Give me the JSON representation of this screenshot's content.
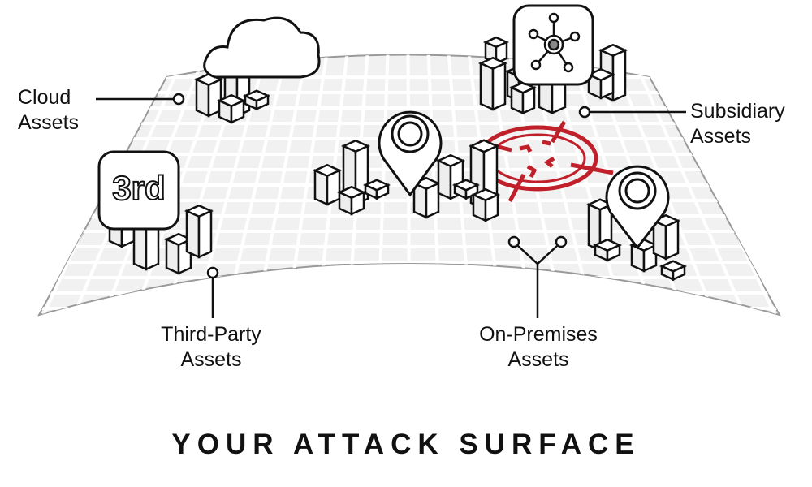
{
  "labels": {
    "cloud": [
      "Cloud",
      "Assets"
    ],
    "subsidiary": [
      "Subsidiary",
      "Assets"
    ],
    "third_party": [
      "Third-Party",
      "Assets"
    ],
    "on_premises": [
      "On-Premises",
      "Assets"
    ]
  },
  "third_party_badge": "3rd",
  "title": "YOUR ATTACK SURFACE",
  "colors": {
    "accent": "#c0202a",
    "surface": "#ececec",
    "stroke": "#111111"
  }
}
